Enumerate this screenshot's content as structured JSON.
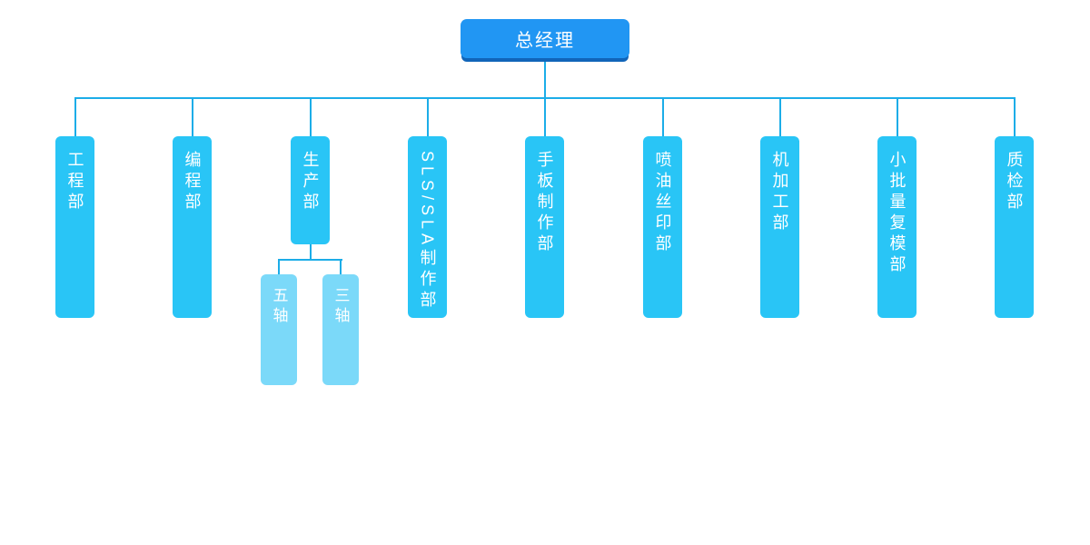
{
  "chart": {
    "type": "org-chart",
    "root": {
      "label": "总经理"
    },
    "departments": [
      {
        "label": "工程部"
      },
      {
        "label": "编程部"
      },
      {
        "label": "生产部"
      },
      {
        "label": "SLS/SLA制作部"
      },
      {
        "label": "手板制作部"
      },
      {
        "label": "喷油丝印部"
      },
      {
        "label": "机加工部"
      },
      {
        "label": "小批量复模部"
      },
      {
        "label": "质检部"
      }
    ],
    "production_children": [
      {
        "label": "五轴"
      },
      {
        "label": "三轴"
      }
    ],
    "colors": {
      "canvas_bg": "#FFFFFF",
      "root_bg": "#2196F3",
      "root_shadow": "#1165B9",
      "dept_bg": "#29C5F6",
      "child_bg": "#7BD9F9",
      "line": "#1CADE8",
      "label_text": "#FFFFFF"
    }
  }
}
